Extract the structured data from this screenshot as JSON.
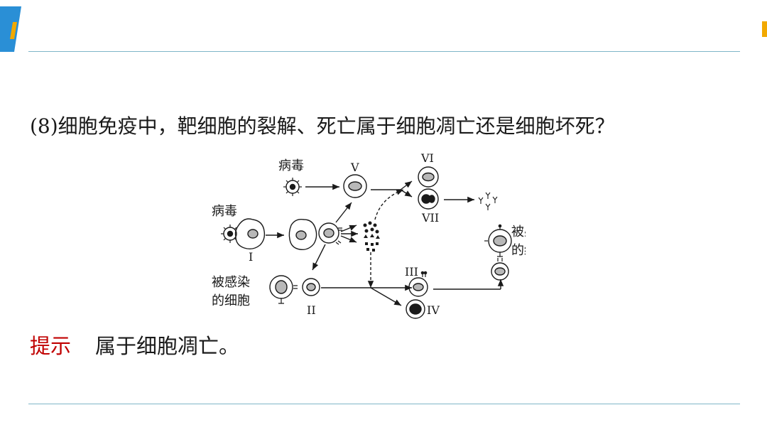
{
  "slide": {
    "question": "(8)细胞免疫中，靶细胞的裂解、死亡属于细胞凋亡还是细胞坏死？",
    "hint_label": "提示",
    "hint_text": "属于细胞凋亡。"
  },
  "colors": {
    "accent_blue": "#2a8fd6",
    "accent_yellow": "#f2a900",
    "rule_line": "#7fb6c8",
    "hint_red": "#c00000"
  },
  "diagram": {
    "virus_label_1": "病毒",
    "virus_label_2": "病毒",
    "infected_label_left_1": "被感染",
    "infected_label_left_2": "的细胞",
    "infected_label_right_1": "被感染",
    "infected_label_right_2": "的细胞",
    "roman_I": "I",
    "roman_II": "II",
    "roman_III": "III",
    "roman_IV": "IV",
    "roman_V": "V",
    "roman_VI": "VI",
    "roman_VII": "VII"
  }
}
